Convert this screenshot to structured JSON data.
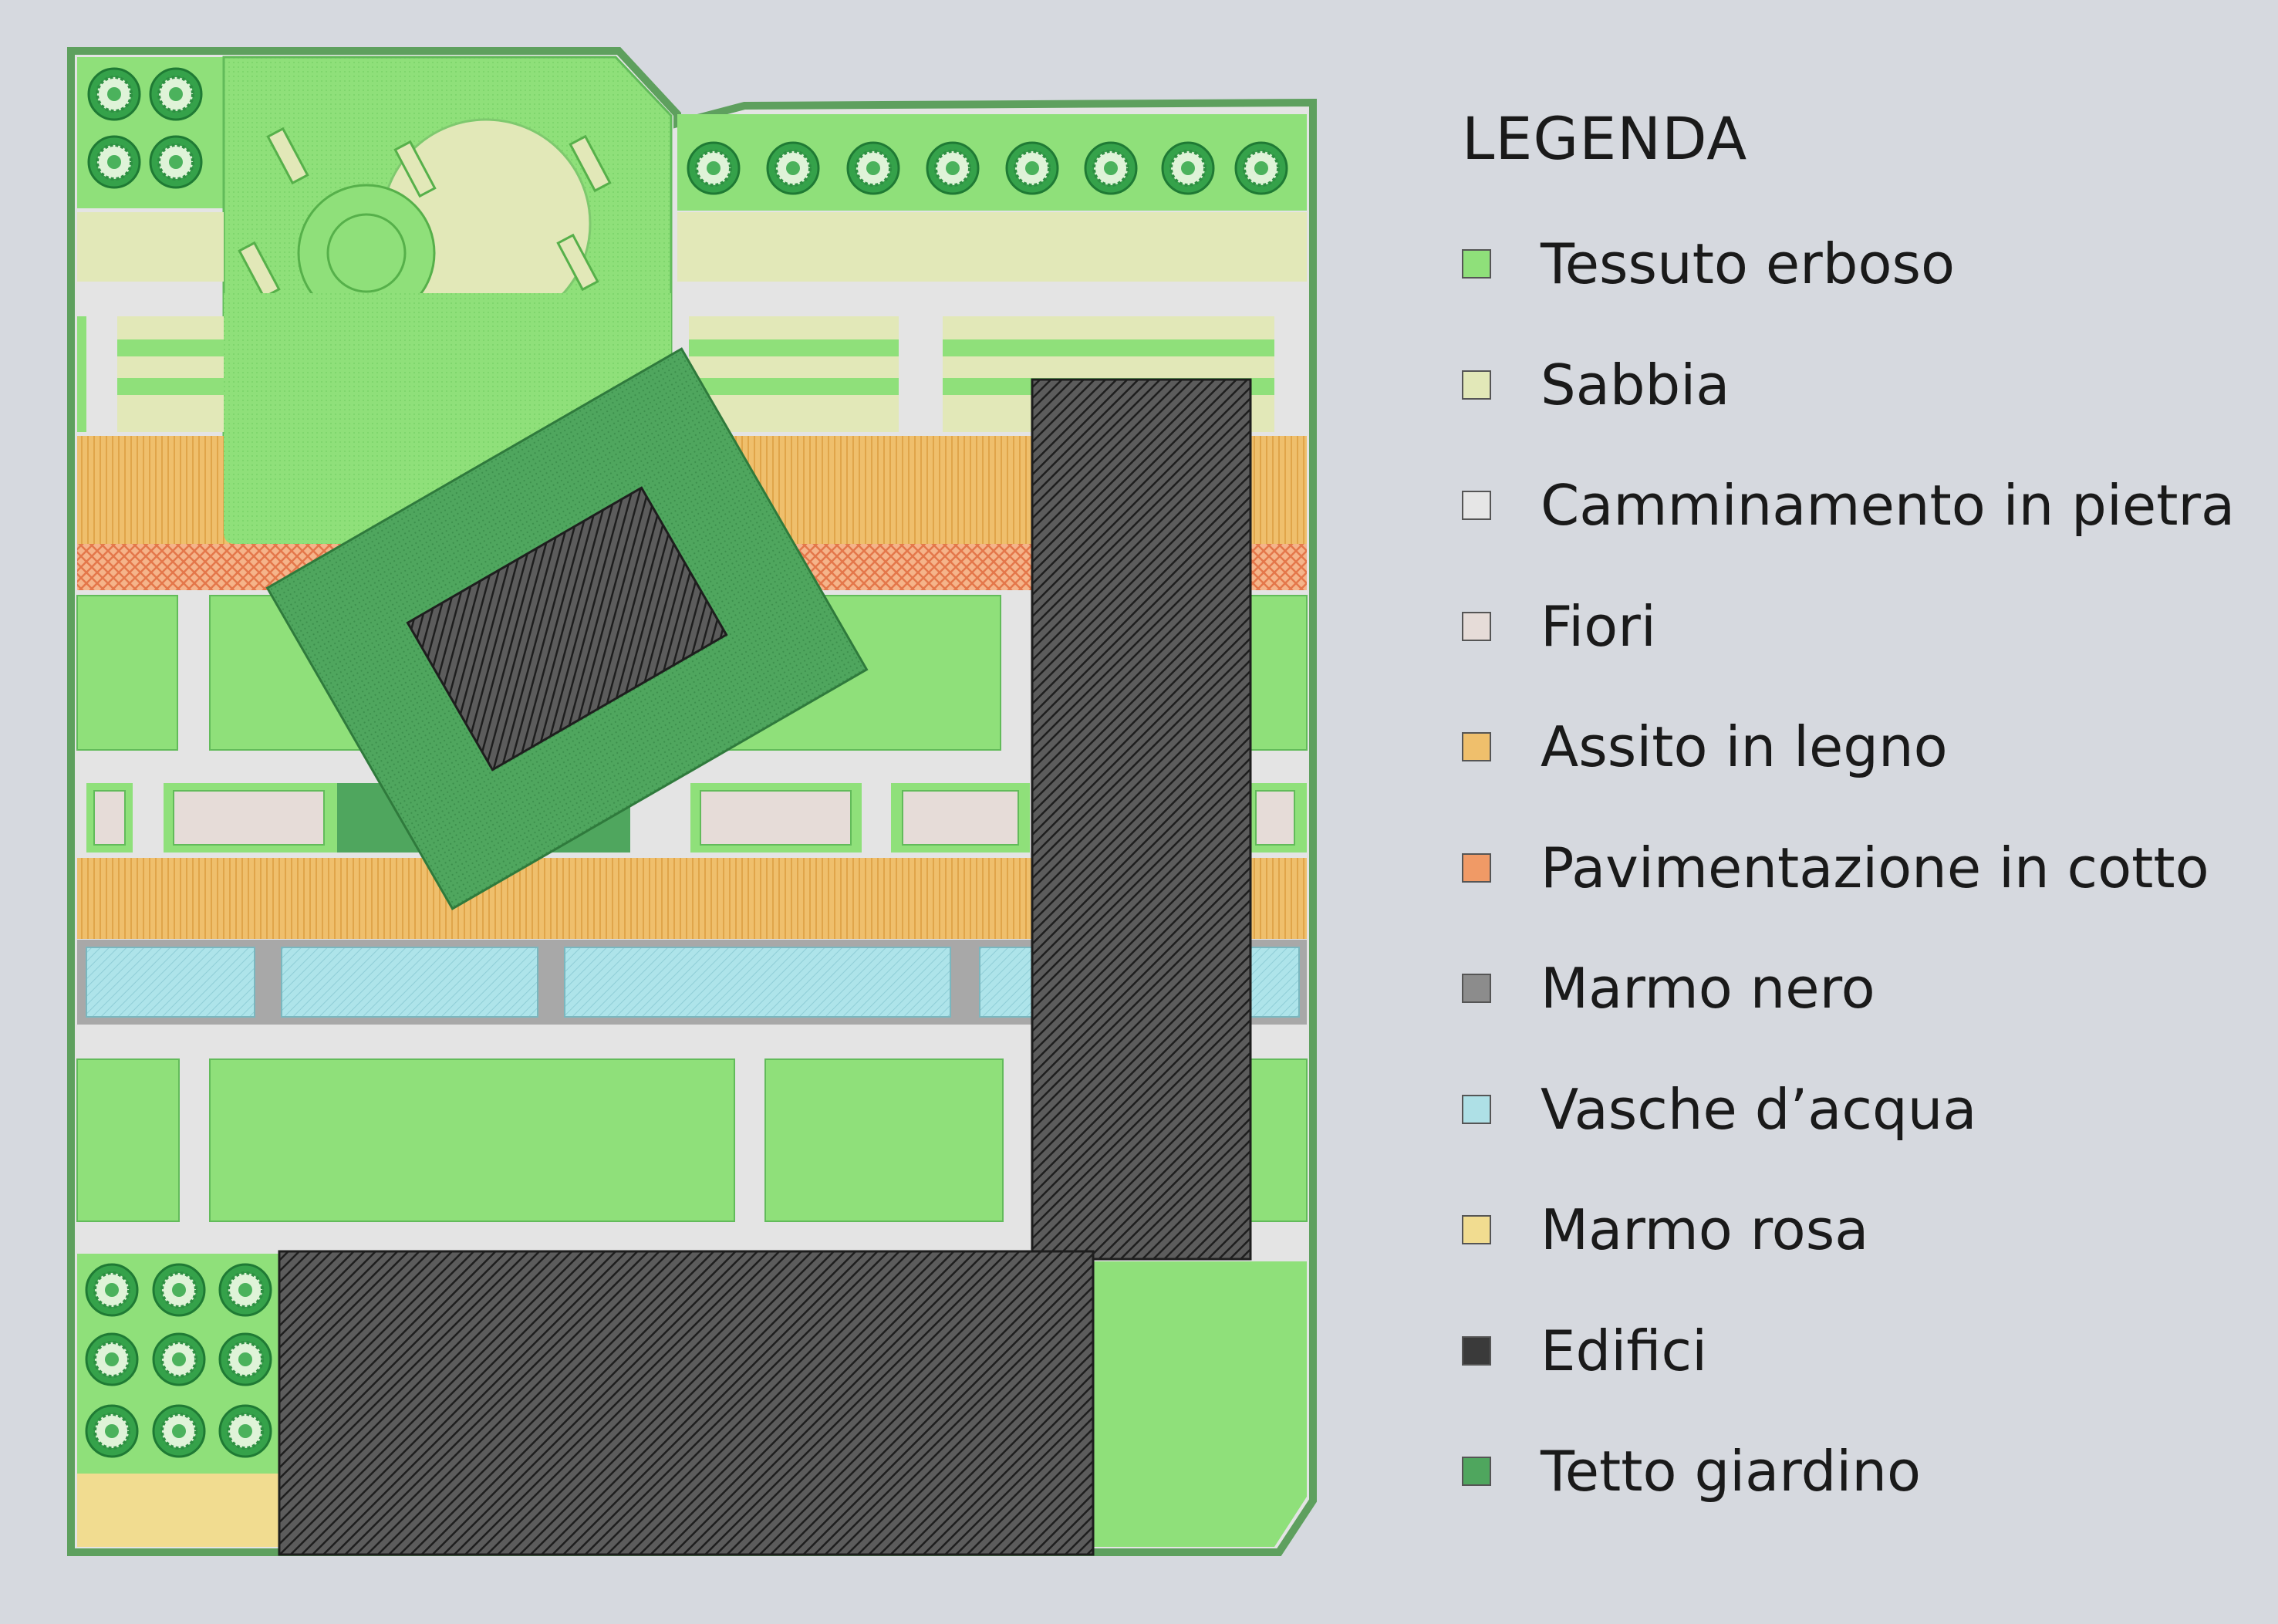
{
  "legend": {
    "title": "LEGENDA",
    "items": [
      {
        "label": "Tessuto erboso",
        "color": "#8fe07a",
        "icon": "grass-swatch"
      },
      {
        "label": "Sabbia",
        "color": "#e2e8b8",
        "icon": "sand-swatch"
      },
      {
        "label": "Camminamento in pietra",
        "color": "#e6e6e6",
        "icon": "stone-path-swatch"
      },
      {
        "label": "Fiori",
        "color": "#e6dcd8",
        "icon": "flowers-swatch"
      },
      {
        "label": "Assito in legno",
        "color": "#efbf6c",
        "icon": "wood-deck-swatch"
      },
      {
        "label": "Pavimentazione in cotto",
        "color": "#f09a66",
        "icon": "terracotta-swatch"
      },
      {
        "label": "Marmo nero",
        "color": "#8c8c8c",
        "icon": "black-marble-swatch"
      },
      {
        "label": "Vasche d’acqua",
        "color": "#aee0e6",
        "icon": "water-basin-swatch"
      },
      {
        "label": "Marmo rosa",
        "color": "#f1dc90",
        "icon": "pink-marble-swatch"
      },
      {
        "label": "Edifici",
        "color": "#3a3a3a",
        "icon": "buildings-swatch"
      },
      {
        "label": "Tetto giardino",
        "color": "#4fa65e",
        "icon": "roof-garden-swatch"
      }
    ]
  }
}
